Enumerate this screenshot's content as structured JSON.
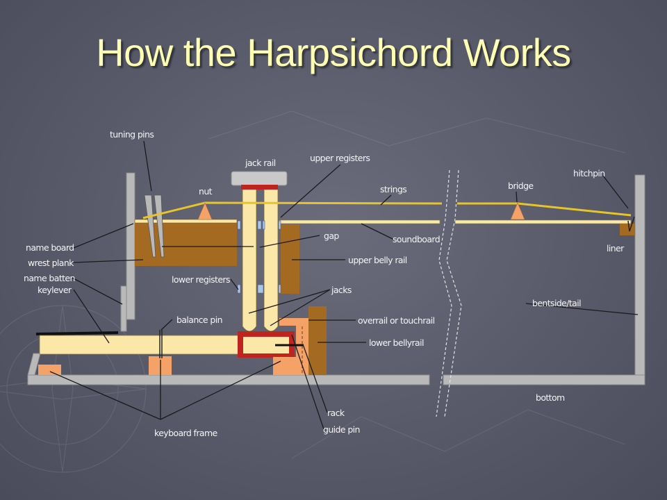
{
  "title": "How the Harpsichord Works",
  "labels": {
    "tuning_pins": "tuning pins",
    "jack_rail": "jack rail",
    "upper_registers": "upper registers",
    "nut": "nut",
    "strings": "strings",
    "bridge": "bridge",
    "hitchpin": "hitchpin",
    "name_board": "name board",
    "wrest_plank": "wrest plank",
    "name_batten": "name batten",
    "keylever": "keylever",
    "gap": "gap",
    "soundboard": "soundboard",
    "upper_belly_rail": "upper belly rail",
    "liner": "liner",
    "lower_registers": "lower registers",
    "jacks": "jacks",
    "bentside_tail": "bentside/tail",
    "balance_pin": "balance pin",
    "overrail_touchrail": "overrail or touchrail",
    "lower_bellyrail": "lower bellyrail",
    "bottom": "bottom",
    "rack": "rack",
    "guide_pin": "guide pin",
    "keyboard_frame": "keyboard frame"
  },
  "colors": {
    "title": "#ffffb3",
    "wood": "#a56a22",
    "orange_block": "#f4a268",
    "light_wood": "#fbe7a8",
    "string": "#e7c42a",
    "frame_gray": "#b9b9b9",
    "red_frame": "#c0241e",
    "register_blue": "#a9c6e8"
  }
}
